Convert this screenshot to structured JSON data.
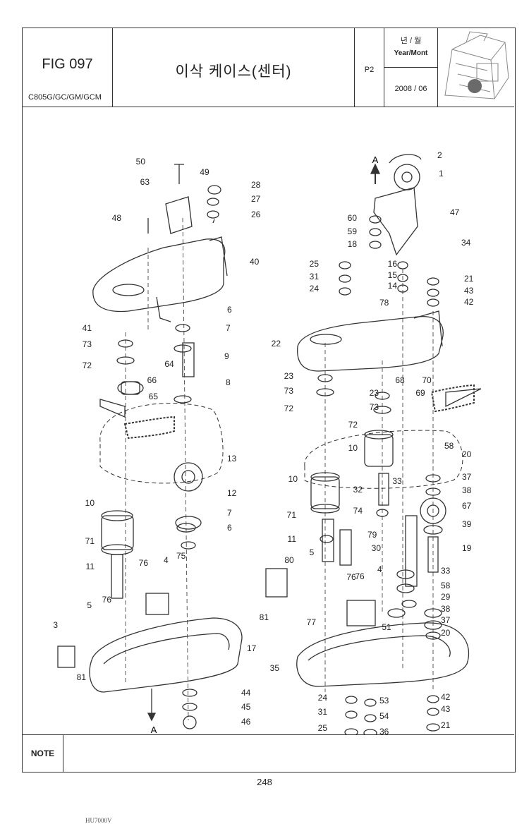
{
  "header": {
    "fig_number": "FIG 097",
    "models": "C805G/GC/GM/GCM",
    "title": "이삭 케이스(센터)",
    "page": "P2",
    "date_label_ko": "년 / 월",
    "date_label_en": "Year/Mont",
    "date_value": "2008 / 06"
  },
  "diagram": {
    "arrow_label": "A",
    "drawing_code": "HU7000V",
    "callouts_left": [
      {
        "label": "50"
      },
      {
        "label": "63"
      },
      {
        "label": "49"
      },
      {
        "label": "28"
      },
      {
        "label": "27"
      },
      {
        "label": "26"
      },
      {
        "label": "48"
      },
      {
        "label": "40"
      },
      {
        "label": "6"
      },
      {
        "label": "41"
      },
      {
        "label": "7"
      },
      {
        "label": "73"
      },
      {
        "label": "9"
      },
      {
        "label": "72"
      },
      {
        "label": "64"
      },
      {
        "label": "66"
      },
      {
        "label": "8"
      },
      {
        "label": "65"
      },
      {
        "label": "13"
      },
      {
        "label": "10"
      },
      {
        "label": "12"
      },
      {
        "label": "7"
      },
      {
        "label": "6"
      },
      {
        "label": "71"
      },
      {
        "label": "11"
      },
      {
        "label": "76"
      },
      {
        "label": "4"
      },
      {
        "label": "75"
      },
      {
        "label": "5"
      },
      {
        "label": "76"
      },
      {
        "label": "3"
      },
      {
        "label": "17"
      },
      {
        "label": "81"
      },
      {
        "label": "44"
      },
      {
        "label": "45"
      },
      {
        "label": "46"
      }
    ],
    "callouts_right": [
      {
        "label": "2"
      },
      {
        "label": "1"
      },
      {
        "label": "47"
      },
      {
        "label": "60"
      },
      {
        "label": "59"
      },
      {
        "label": "18"
      },
      {
        "label": "34"
      },
      {
        "label": "25"
      },
      {
        "label": "16"
      },
      {
        "label": "31"
      },
      {
        "label": "15"
      },
      {
        "label": "21"
      },
      {
        "label": "24"
      },
      {
        "label": "14"
      },
      {
        "label": "43"
      },
      {
        "label": "78"
      },
      {
        "label": "42"
      },
      {
        "label": "22"
      },
      {
        "label": "23"
      },
      {
        "label": "68"
      },
      {
        "label": "70"
      },
      {
        "label": "73"
      },
      {
        "label": "23"
      },
      {
        "label": "69"
      },
      {
        "label": "72"
      },
      {
        "label": "73"
      },
      {
        "label": "72"
      },
      {
        "label": "58"
      },
      {
        "label": "10"
      },
      {
        "label": "20"
      },
      {
        "label": "33"
      },
      {
        "label": "37"
      },
      {
        "label": "10"
      },
      {
        "label": "32"
      },
      {
        "label": "38"
      },
      {
        "label": "74"
      },
      {
        "label": "67"
      },
      {
        "label": "71"
      },
      {
        "label": "39"
      },
      {
        "label": "79"
      },
      {
        "label": "11"
      },
      {
        "label": "30"
      },
      {
        "label": "19"
      },
      {
        "label": "5"
      },
      {
        "label": "80"
      },
      {
        "label": "76"
      },
      {
        "label": "4"
      },
      {
        "label": "33"
      },
      {
        "label": "76"
      },
      {
        "label": "58"
      },
      {
        "label": "29"
      },
      {
        "label": "81"
      },
      {
        "label": "38"
      },
      {
        "label": "77"
      },
      {
        "label": "37"
      },
      {
        "label": "51"
      },
      {
        "label": "20"
      },
      {
        "label": "35"
      },
      {
        "label": "24"
      },
      {
        "label": "53"
      },
      {
        "label": "42"
      },
      {
        "label": "31"
      },
      {
        "label": "54"
      },
      {
        "label": "43"
      },
      {
        "label": "25"
      },
      {
        "label": "36"
      },
      {
        "label": "21"
      }
    ]
  },
  "note": {
    "label": "NOTE",
    "text": ""
  },
  "footer": {
    "page_number": "248"
  }
}
